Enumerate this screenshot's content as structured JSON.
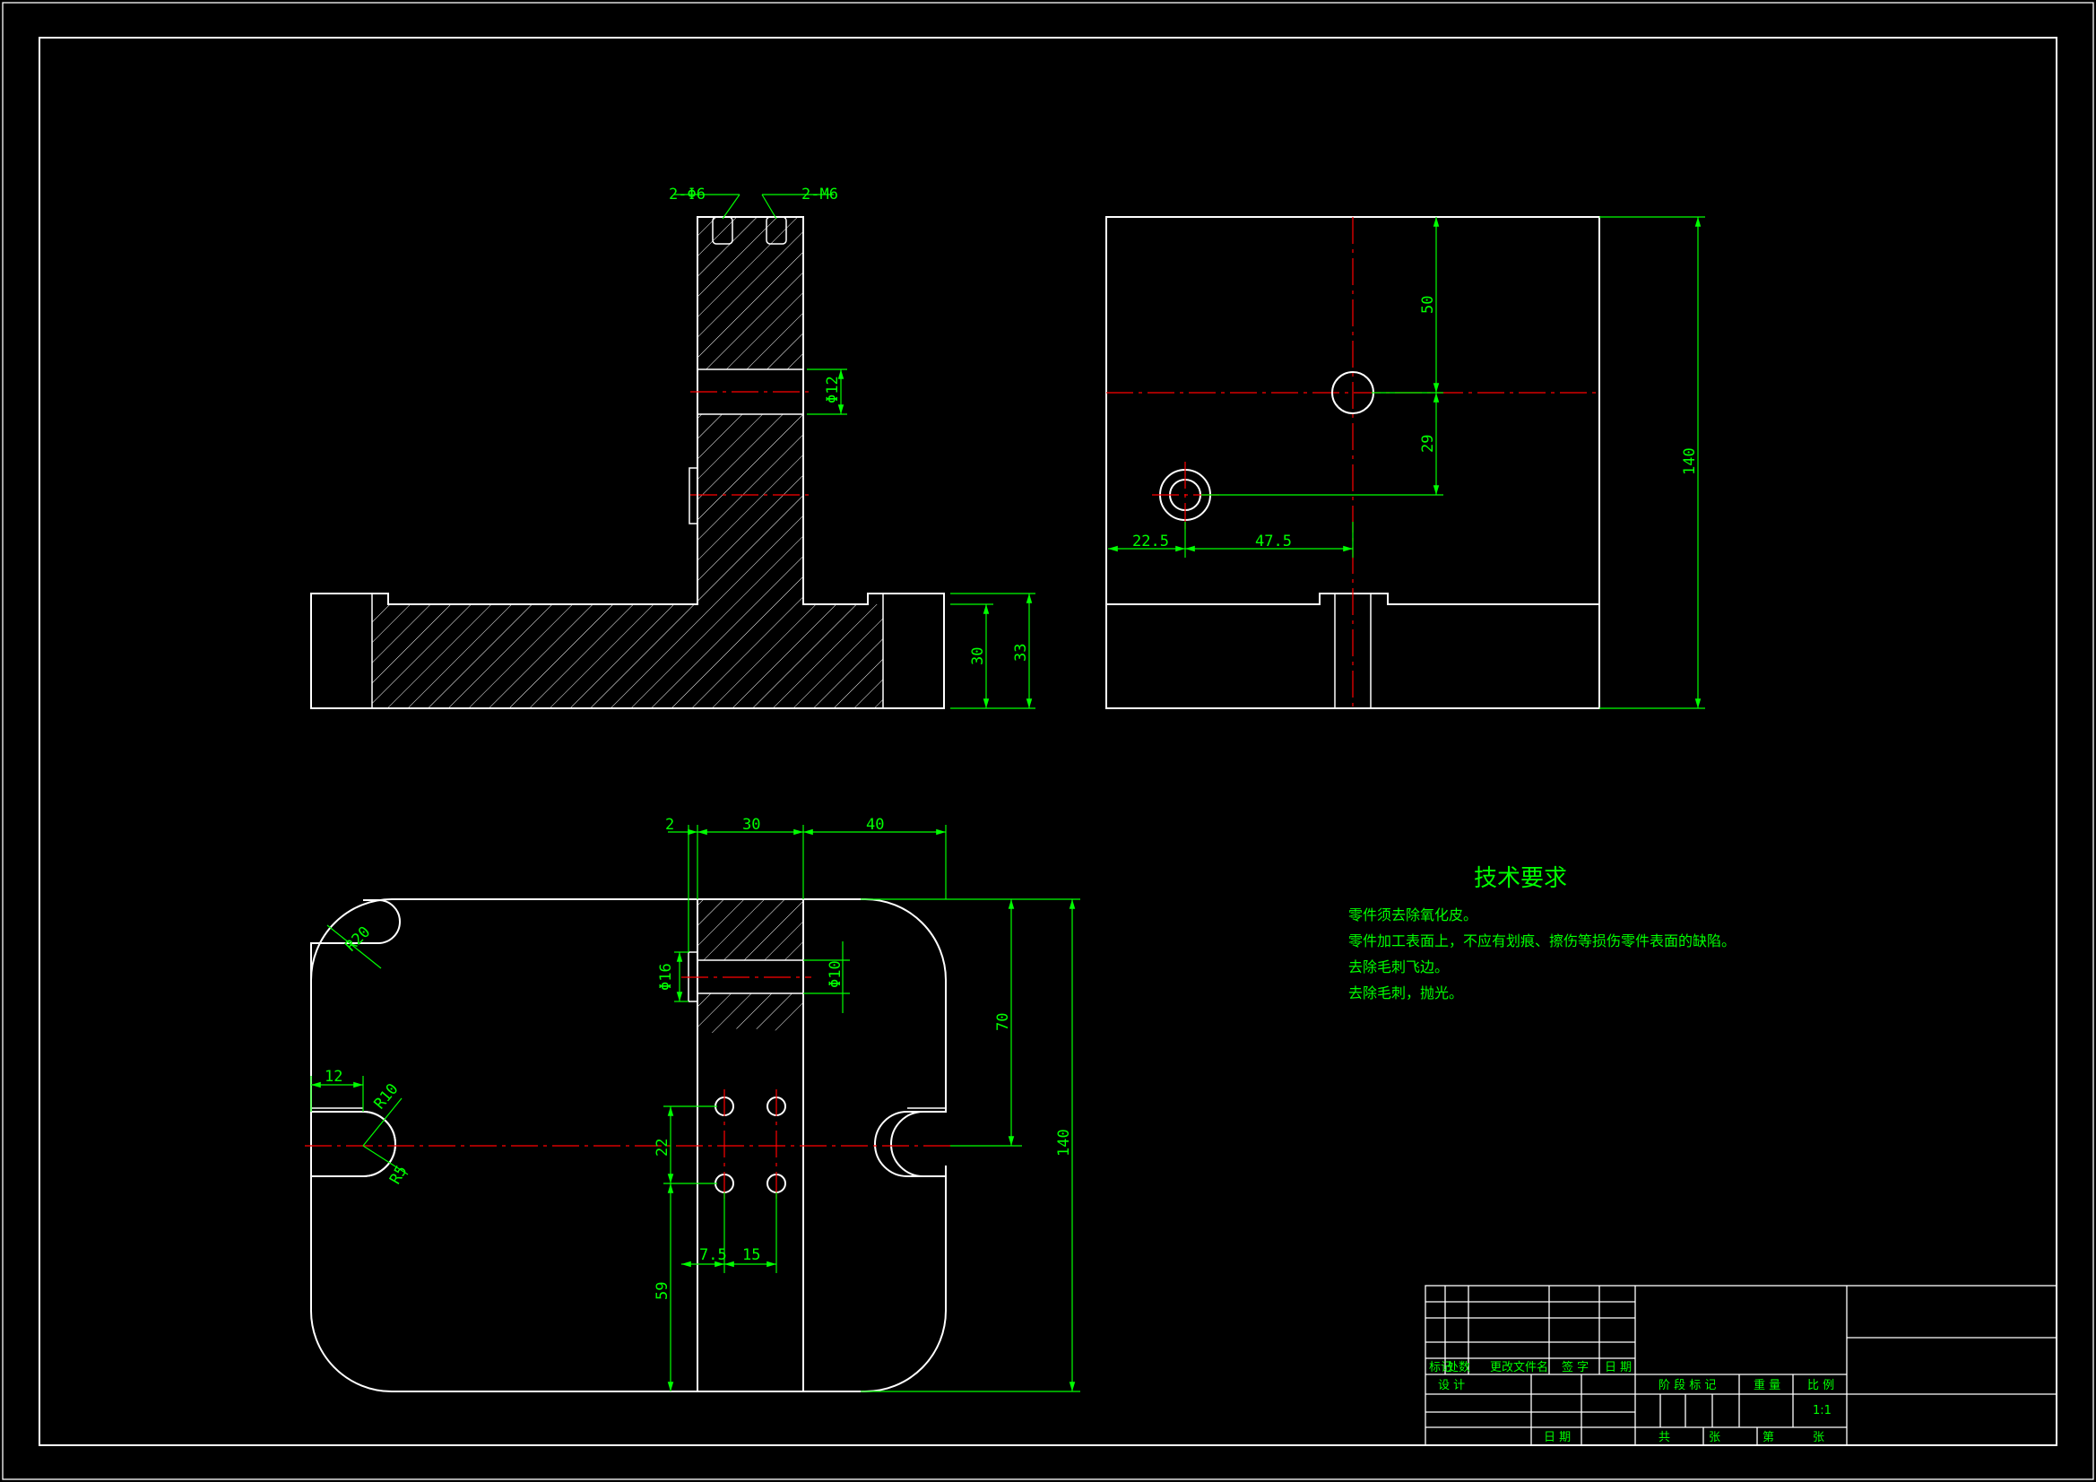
{
  "colors": {
    "background": "#000000",
    "outline": "#ffffff",
    "dimension": "#00ff00",
    "centerline": "#ff0000"
  },
  "front_view": {
    "callout_left": "2-Φ6",
    "callout_right": "2-M6",
    "dim_hole": "Φ12",
    "dim_30": "30",
    "dim_33": "33"
  },
  "side_view": {
    "dim_50": "50",
    "dim_29": "29",
    "dim_140": "140",
    "dim_22_5": "22.5",
    "dim_47_5": "47.5"
  },
  "top_view": {
    "dim_2": "2",
    "dim_30": "30",
    "dim_40": "40",
    "dim_R20": "R20",
    "dim_phi16": "Φ16",
    "dim_phi10": "Φ10",
    "dim_70": "70",
    "dim_12": "12",
    "dim_R10": "R10",
    "dim_R5": "R5",
    "dim_22": "22",
    "dim_140": "140",
    "dim_7_5": "7.5",
    "dim_15": "15",
    "dim_59": "59"
  },
  "tech_requirements": {
    "heading": "技术要求",
    "items": [
      "零件须去除氧化皮。",
      "零件加工表面上，不应有划痕、擦伤等损伤零件表面的缺陷。",
      "去除毛刺飞边。",
      "去除毛刺，抛光。"
    ]
  },
  "title_block": {
    "row_labels": [
      "标记",
      "处数",
      "更改文件名",
      "签 字",
      "日 期"
    ],
    "design_label": "设 计",
    "date_label": "日 期",
    "stage_label": "阶 段 标 记",
    "weight_label": "重 量",
    "scale_label": "比 例",
    "scale_value": "1:1",
    "total_label": "共",
    "sheet_unit": "张",
    "sheet_label": "第",
    "sheet_unit2": "张"
  }
}
